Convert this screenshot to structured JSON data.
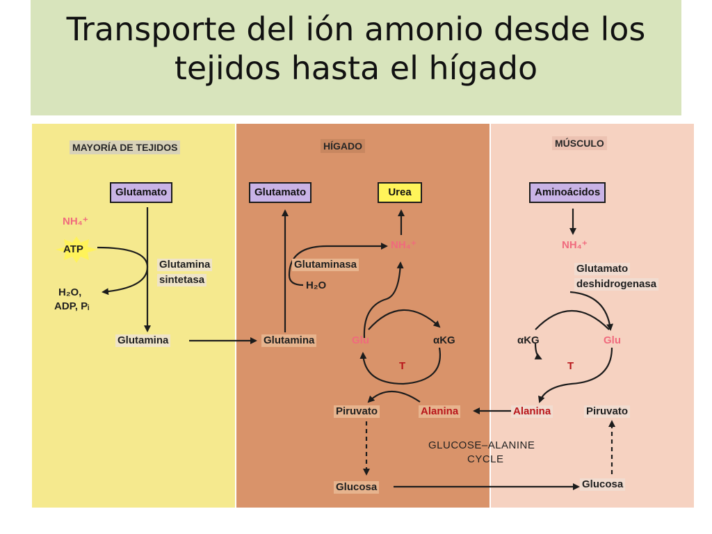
{
  "title": "Transporte del ión amonio desde los tejidos hasta el  hígado",
  "colors": {
    "title_bg": "#d8e4bc",
    "tissue_bg": "#f5e98e",
    "liver_bg": "#d9936a",
    "muscle_bg": "#f6d2c1",
    "box_purple": "#c9b3e6",
    "box_yellow": "#fff45a",
    "red": "#b8151a",
    "pink": "#f06a7d"
  },
  "panels": {
    "tissue": {
      "header": "MAYORÍA DE TEJIDOS",
      "glutamato": "Glutamato",
      "nh4": "NH₄⁺",
      "atp": "ATP",
      "products": "H₂O,",
      "products2": "ADP, Pᵢ",
      "enzyme": "Glutamina",
      "enzyme2": "sintetasa",
      "glutamina": "Glutamina"
    },
    "liver": {
      "header": "HÍGADO",
      "glutamato": "Glutamato",
      "urea": "Urea",
      "nh4": "NH₄⁺",
      "enzyme": "Glutaminasa",
      "h2o": "H₂O",
      "glutamina": "Glutamina",
      "glu": "Glu",
      "akg": "αKG",
      "t": "T",
      "piruvato": "Piruvato",
      "alanina": "Alanina",
      "glucosa": "Glucosa"
    },
    "muscle": {
      "header": "MÚSCULO",
      "aminoacidos": "Aminoácidos",
      "nh4": "NH₄⁺",
      "enzyme": "Glutamato",
      "enzyme2": "deshidrogenasa",
      "akg": "αKG",
      "glu": "Glu",
      "t": "T",
      "alanina": "Alanina",
      "piruvato": "Piruvato",
      "glucosa": "Glucosa"
    },
    "cycle_label": "GLUCOSE–ALANINE",
    "cycle_label2": "CYCLE"
  }
}
